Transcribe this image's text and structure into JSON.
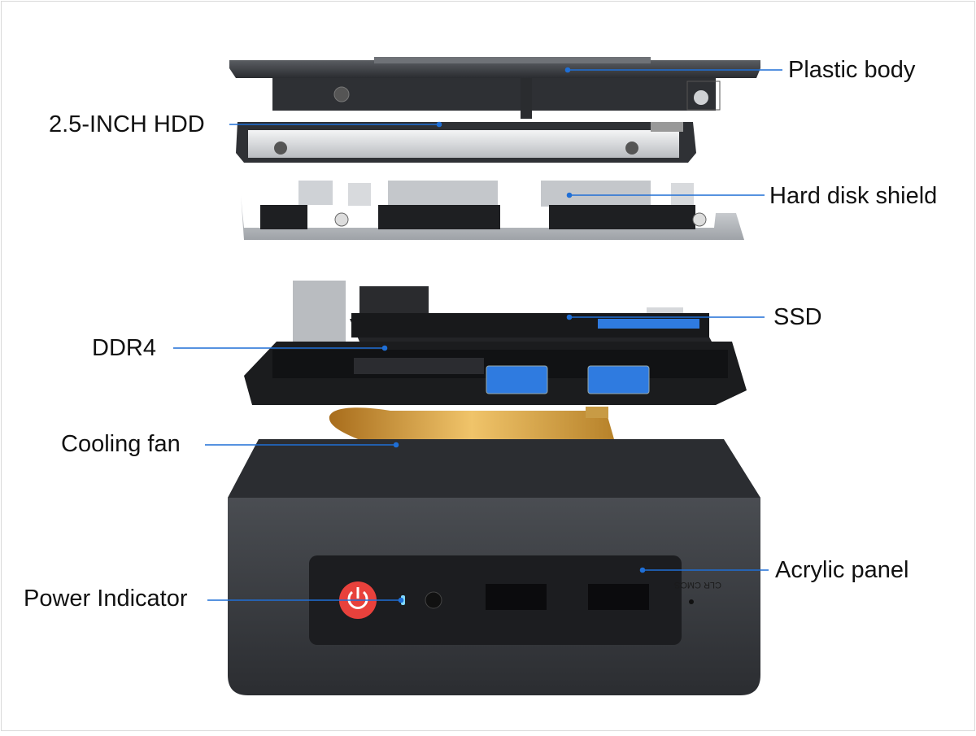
{
  "labels": {
    "plastic_body": "Plastic body",
    "hdd": "2.5-INCH HDD",
    "hard_disk_shield": "Hard disk shield",
    "ssd": "SSD",
    "ddr4": "DDR4",
    "cooling_fan": "Cooling fan",
    "acrylic_panel": "Acrylic panel",
    "power_indicator": "Power Indicator",
    "clr_cmos": "CLR CMOS"
  },
  "colors": {
    "leader_line": "#1f6fd6",
    "chassis": "#3a3c40",
    "panel": "#1c1d20",
    "power_button": "#e8413c",
    "power_led": "#7fd8ff",
    "usb_blue": "#2f7be0",
    "fan_gold": "#d6a13c",
    "shield_silver": "#c9ccd0",
    "board": "#1b1c1e"
  }
}
